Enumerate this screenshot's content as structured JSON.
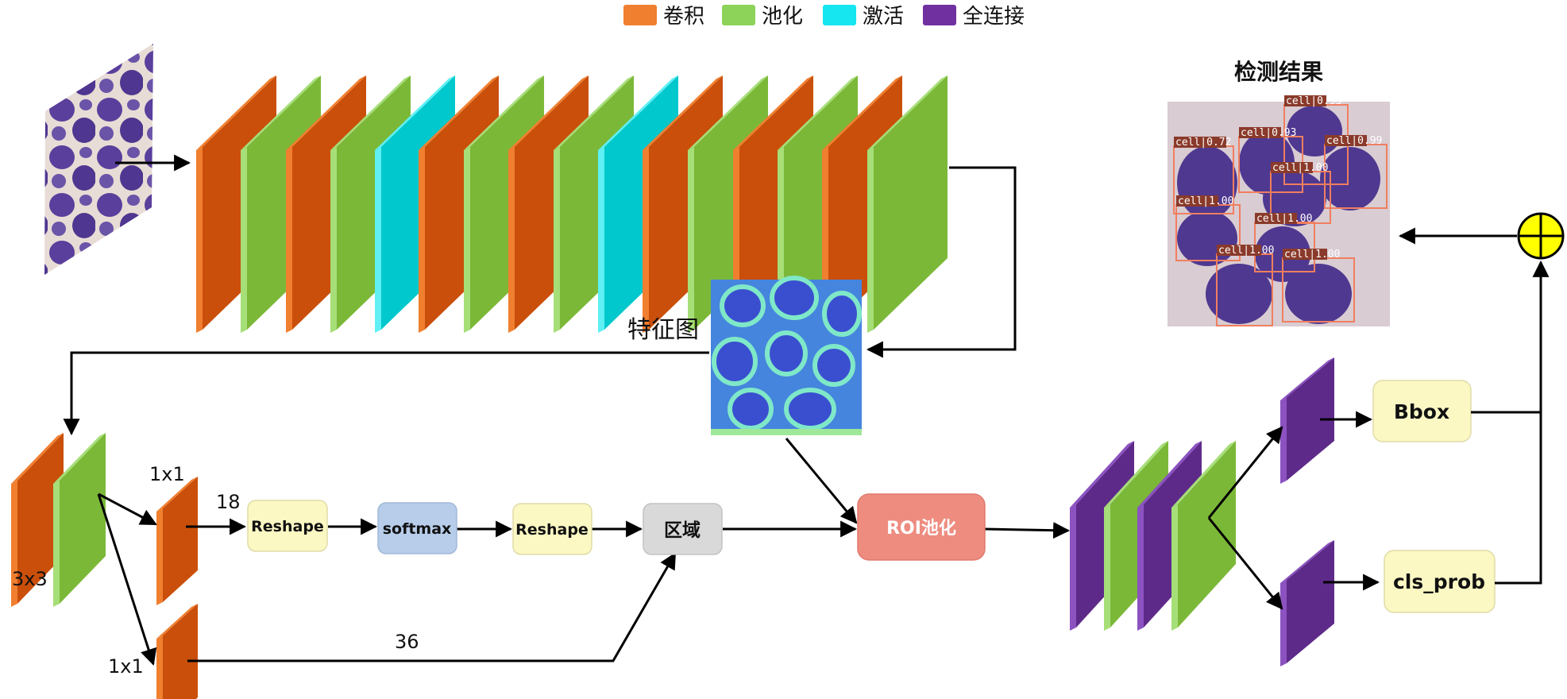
{
  "legend": [
    {
      "label": "卷积",
      "color": "#F07F30"
    },
    {
      "label": "池化",
      "color": "#8DD35A"
    },
    {
      "label": "激活",
      "color": "#16E6F0"
    },
    {
      "label": "全连接",
      "color": "#7030A0"
    }
  ],
  "backbone_layers": [
    "conv",
    "pool",
    "conv",
    "pool",
    "act",
    "conv",
    "pool",
    "conv",
    "pool",
    "act",
    "conv",
    "pool",
    "conv",
    "pool",
    "conv",
    "pool"
  ],
  "labels": {
    "feature_map": "特征图",
    "rpn_3x3": "3x3",
    "rpn_1x1_top": "1x1",
    "rpn_1x1_bottom": "1x1",
    "cls_channels": "18",
    "reg_channels": "36",
    "result_title": "检测结果"
  },
  "boxes": {
    "reshape1": "Reshape",
    "softmax": "softmax",
    "reshape2": "Reshape",
    "region": "区域",
    "roi_pool": "ROI池化",
    "bbox": "Bbox",
    "cls_prob": "cls_prob"
  },
  "detections": [
    "cell|0.93",
    "cell|0.72",
    "cell|0.93",
    "cell|0.99",
    "cell|1.00",
    "cell|1.00",
    "cell|1.00",
    "cell|1.00",
    "cell|1.00"
  ],
  "colors": {
    "conv_front": "#C94F0A",
    "conv_side": "#F07F30",
    "pool_front": "#7CB838",
    "pool_side": "#A6DE78",
    "act_front": "#00C8CC",
    "act_side": "#5EF0F4",
    "fc_front": "#5E2A8A",
    "fc_side": "#8B52C0",
    "reshape_box": "#FCF8C4",
    "softmax_box": "#B7CDEA",
    "region_box": "#D9D9D9",
    "roi_box": "#EE8C80",
    "sum_node": "#FFFF00"
  }
}
